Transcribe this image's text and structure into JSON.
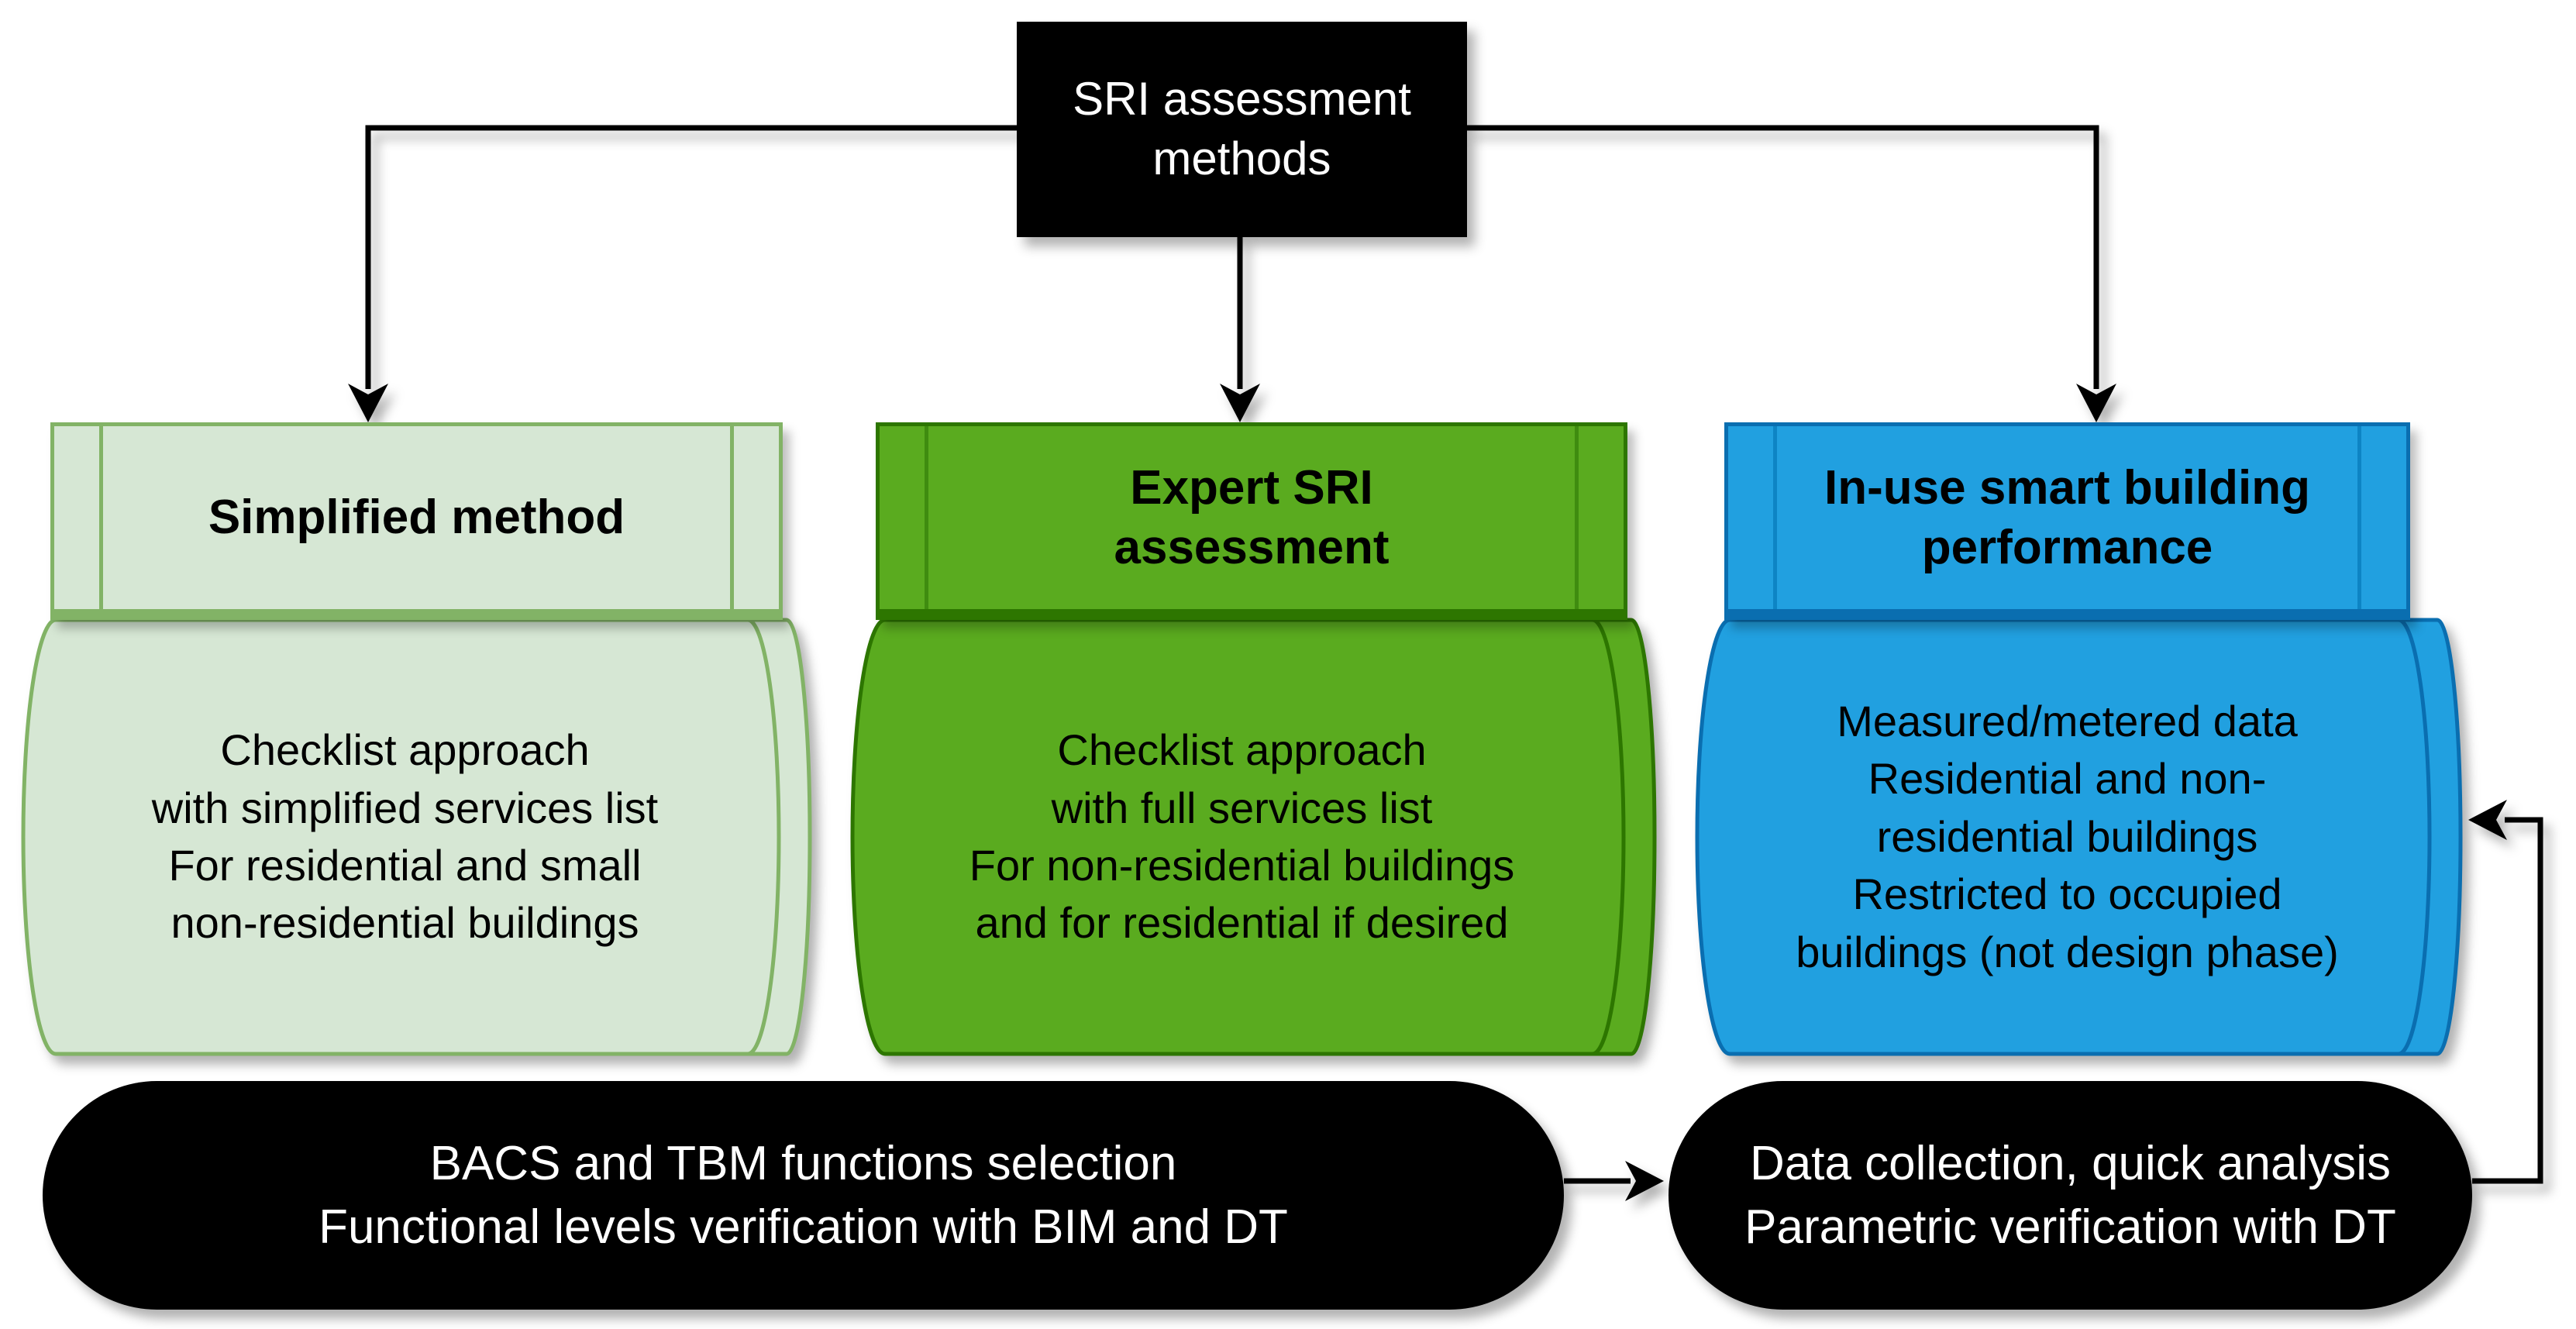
{
  "colors": {
    "background": "#ffffff",
    "node_black": "#000000",
    "node_text_light": "#ffffff",
    "text_dark": "#000000",
    "connector": "#000000",
    "light_green_fill": "#d6e7d4",
    "light_green_border": "#82b366",
    "green_fill": "#5aab1f",
    "green_border": "#2d7600",
    "green_inner_line": "#3f8c10",
    "blue_fill": "#21a0e0",
    "blue_border": "#0a6eb0",
    "blue_inner_line": "#0d84c4"
  },
  "root_box": {
    "label": "SRI assessment\nmethods"
  },
  "columns": [
    {
      "id": "simplified",
      "header": "Simplified method",
      "body": "Checklist approach\nwith simplified services list\nFor residential and small\nnon-residential buildings"
    },
    {
      "id": "expert",
      "header": "Expert SRI\nassessment",
      "body": "Checklist approach\nwith full services list\nFor non-residential buildings\nand for residential if desired"
    },
    {
      "id": "in_use",
      "header": "In-use smart building\nperformance",
      "body": "Measured/metered data\nResidential and non-\nresidential buildings\nRestricted to occupied\nbuildings (not design phase)"
    }
  ],
  "bottom_boxes": [
    {
      "id": "bacs_tbm",
      "label": "BACS and TBM functions selection\nFunctional levels verification with BIM and DT"
    },
    {
      "id": "data_collection",
      "label": "Data collection, quick analysis\nParametric verification with DT"
    }
  ]
}
